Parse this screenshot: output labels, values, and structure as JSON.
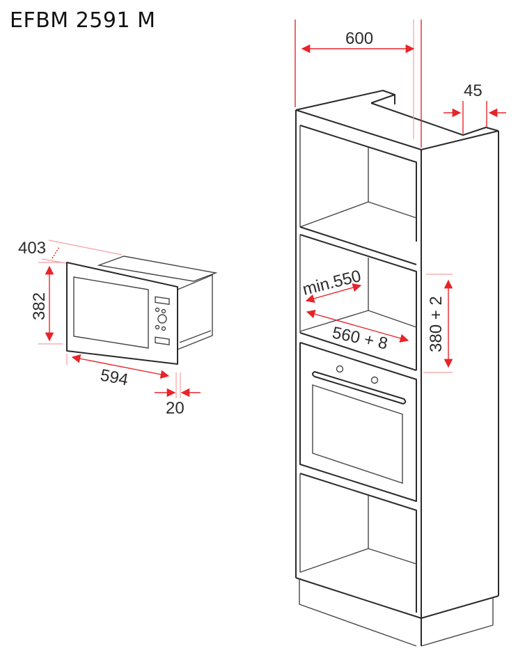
{
  "title": "EFBM 2591 M",
  "colors": {
    "line": "#2a2a2a",
    "dimension": "#e8232a",
    "background": "#ffffff"
  },
  "microwave": {
    "dimensions": {
      "depth": "403",
      "height": "382",
      "width": "594",
      "frame": "20"
    }
  },
  "cabinet": {
    "dimensions": {
      "width": "600",
      "back_gap": "45",
      "niche_depth": "min.550",
      "niche_width": "560 + 8",
      "niche_height": "380 + 2"
    }
  }
}
